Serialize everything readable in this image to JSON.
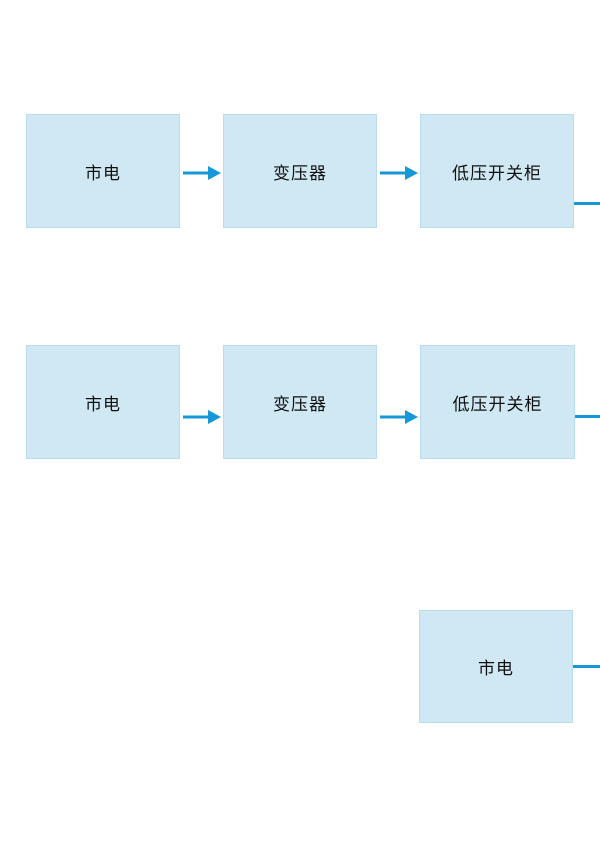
{
  "theme": {
    "arrow_color": "#1697d8",
    "box_fill": "#cfe8f3",
    "box_border": "#badcec",
    "text_color": "#111111",
    "background": "#ffffff"
  },
  "diagram": {
    "type": "flowchart",
    "rows": [
      {
        "nodes": [
          {
            "label": "市电"
          },
          {
            "label": "变压器"
          },
          {
            "label": "低压开关柜"
          }
        ],
        "exit_line_right": true
      },
      {
        "nodes": [
          {
            "label": "市电"
          },
          {
            "label": "变压器"
          },
          {
            "label": "低压开关柜"
          }
        ],
        "exit_line_right": true
      },
      {
        "nodes": [
          {
            "label": "市电"
          }
        ],
        "exit_line_right": true
      }
    ]
  }
}
